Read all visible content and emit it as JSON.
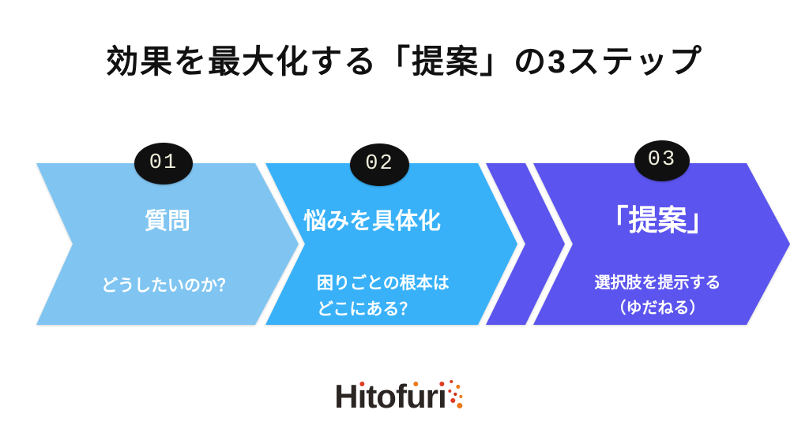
{
  "title": "効果を最大化する「提案」の3ステップ",
  "colors": {
    "step1_fill": "#80C5F1",
    "step2_fill": "#38B1F9",
    "step3_fill": "#5B54EE",
    "badge_bg": "#101010",
    "badge_text": "#EFEEDC",
    "arrow_text": "#FFFFFF",
    "title_text": "#111111",
    "logo_text": "#2B2623",
    "logo_dot_red": "#DD3A21",
    "logo_dot_orange": "#EE7817"
  },
  "steps": [
    {
      "number": "01",
      "title": "質問",
      "sub_line1": "どうしたいのか？",
      "sub_line2": ""
    },
    {
      "number": "02",
      "title": "悩みを具体化",
      "sub_line1": "困りごとの根本は",
      "sub_line2": "どこにある？"
    },
    {
      "number": "03",
      "title": "「提案」",
      "sub_line1": "選択肢を提示する",
      "sub_line2": "（ゆだねる）"
    }
  ],
  "logo": {
    "full_name": "Hitofuri",
    "part1": "H",
    "i1": "ı",
    "part2": "tof",
    "u": "u",
    "part3": "r",
    "i2": "ı"
  }
}
